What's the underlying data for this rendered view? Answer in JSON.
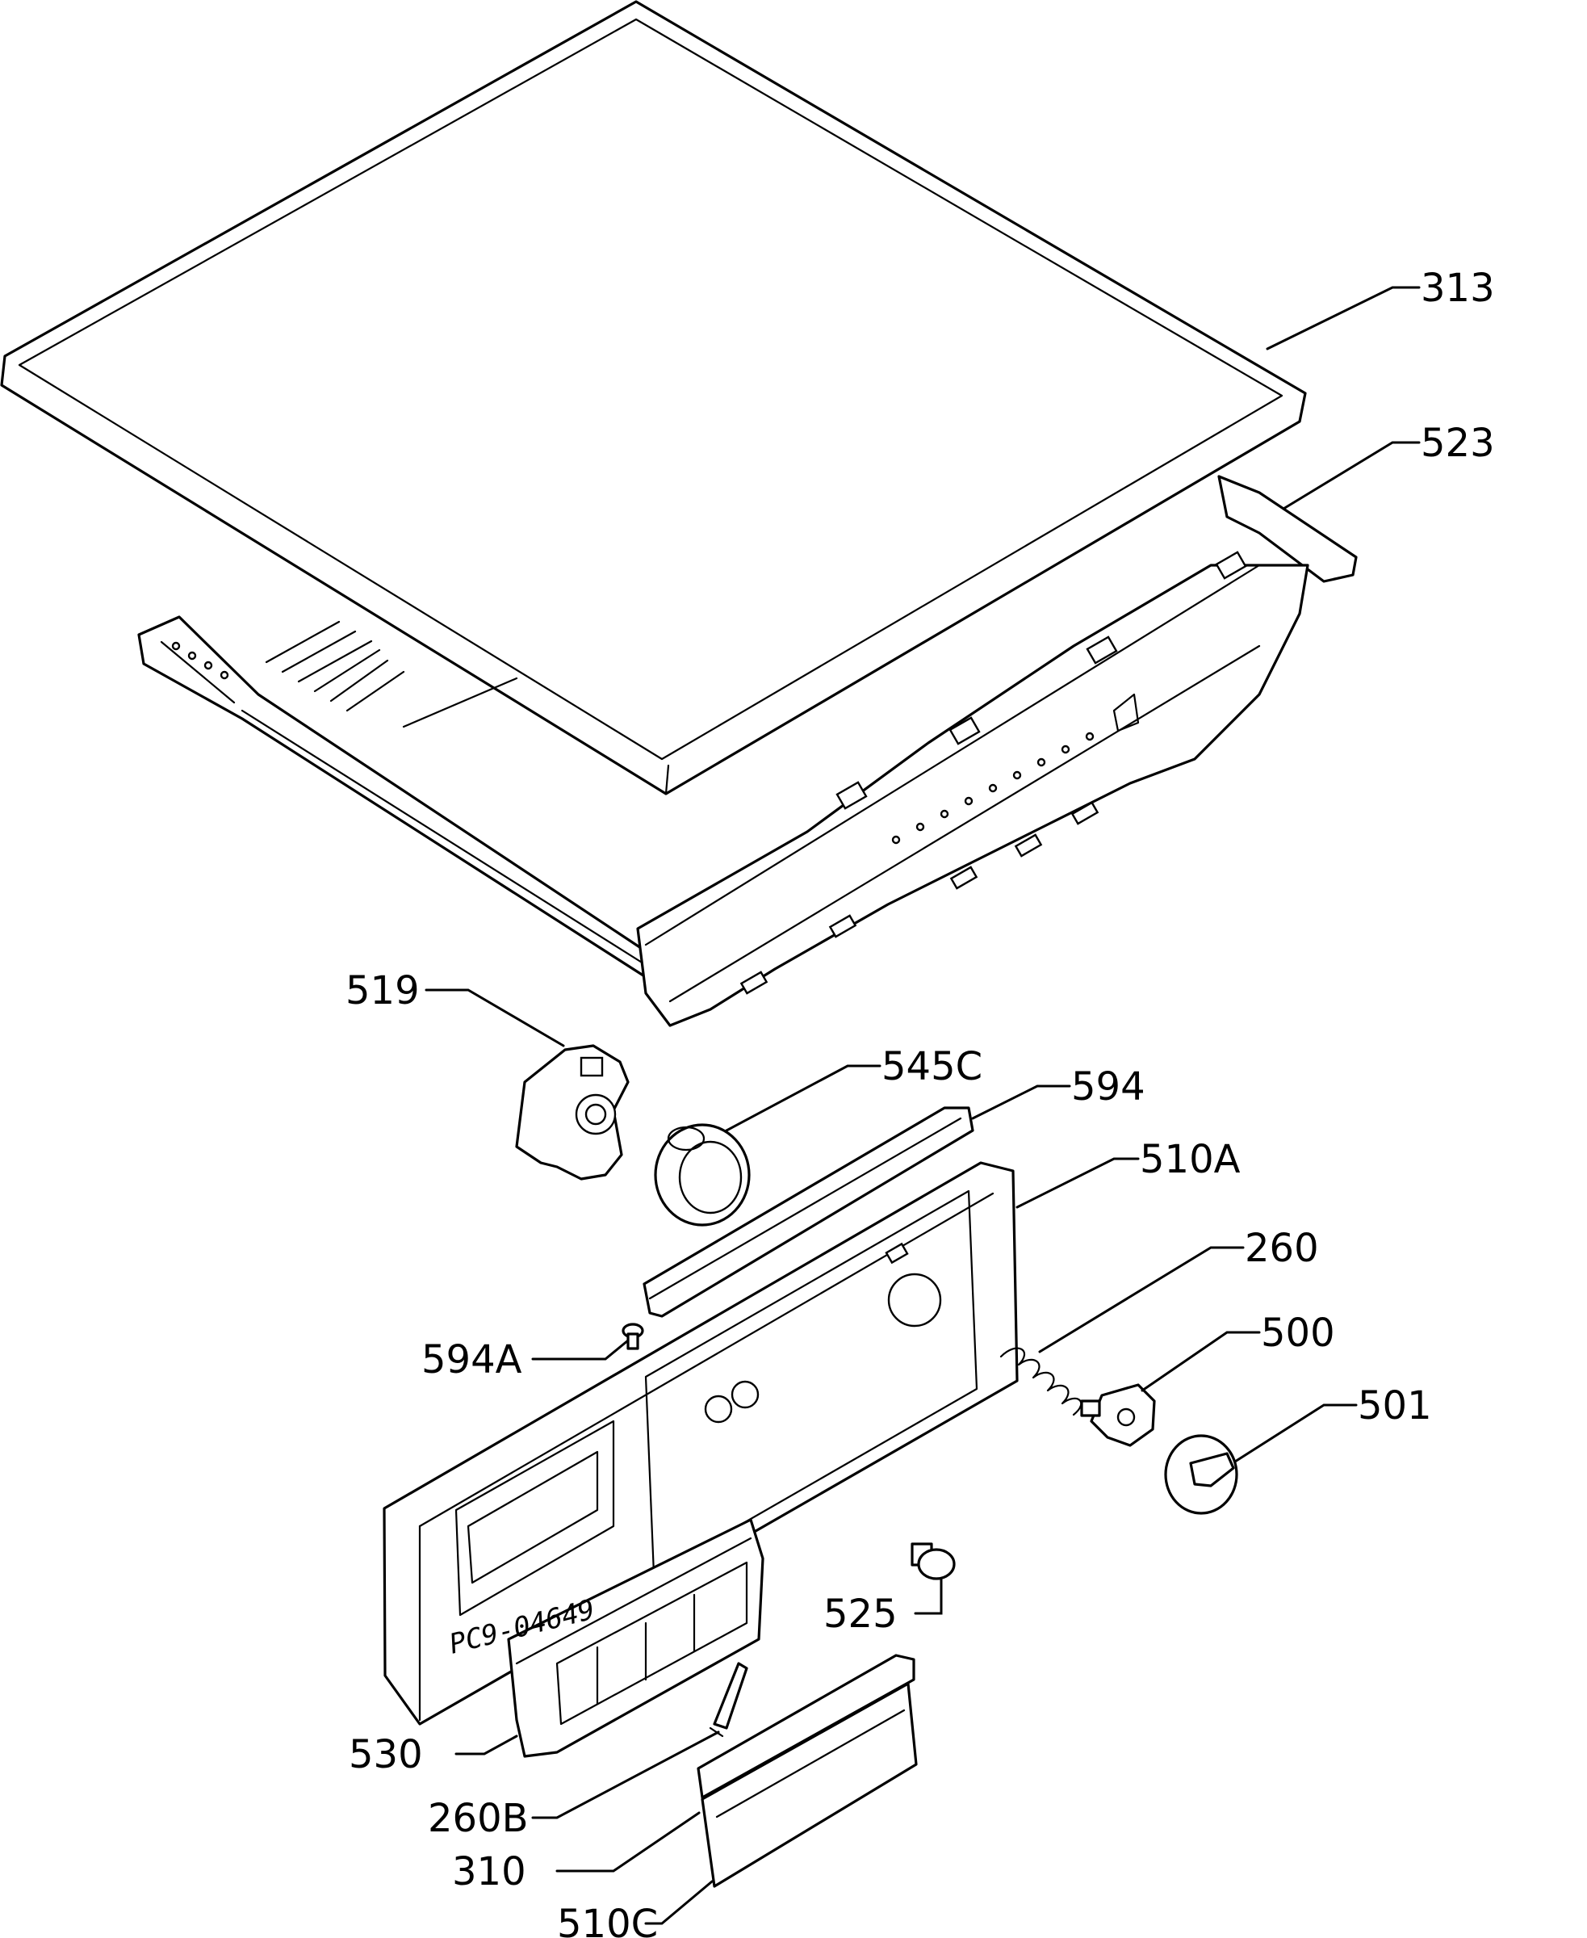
{
  "labels": {
    "p313": "313",
    "p523": "523",
    "p519": "519",
    "p545C": "545C",
    "p594": "594",
    "p510A": "510A",
    "p260": "260",
    "p500": "500",
    "p594A": "594A",
    "p501": "501",
    "p525": "525",
    "p530": "530",
    "p260B": "260B",
    "p310": "310",
    "p510C": "510C"
  },
  "stamp": "PC9-04649"
}
